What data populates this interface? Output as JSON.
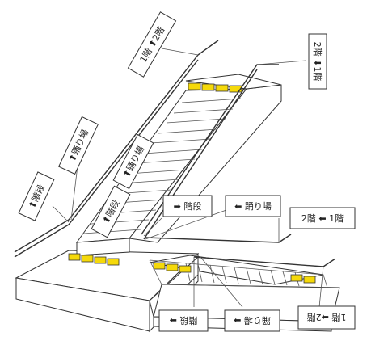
{
  "colors": {
    "line": "#333333",
    "tactile": "#f5d90a",
    "background": "#ffffff"
  },
  "labels": {
    "top_left": "1階 ⬆2階",
    "top_right": "2階 ⬇1階",
    "landing_left": "⬆踊り場",
    "stairs_left": "⬆階段",
    "flight_upper": "⬆踊り場",
    "flight_lower": "⬆階段",
    "stairs_center": "➡ 階段",
    "landing_center": "⬅ 踊り場",
    "floor_right": "2階 ⬅ 1階",
    "bottom_stairs": "階段 ➡",
    "bottom_landing": "踊り場 ➡",
    "bottom_right": "1階 ➡2階"
  }
}
